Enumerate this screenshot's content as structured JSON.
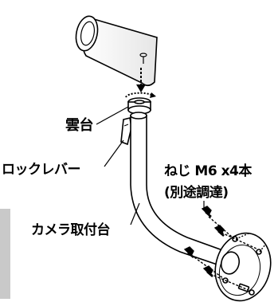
{
  "labels": {
    "mount_head": "雲台",
    "lock_lever": "ロックレバー",
    "screws_line1": "ねじ M6 x4本",
    "screws_line2": "(別途調達)",
    "bracket": "カメラ取付台"
  },
  "colors": {
    "stroke": "#000000",
    "fill": "#ffffff",
    "panel": "#c9c9c9"
  }
}
